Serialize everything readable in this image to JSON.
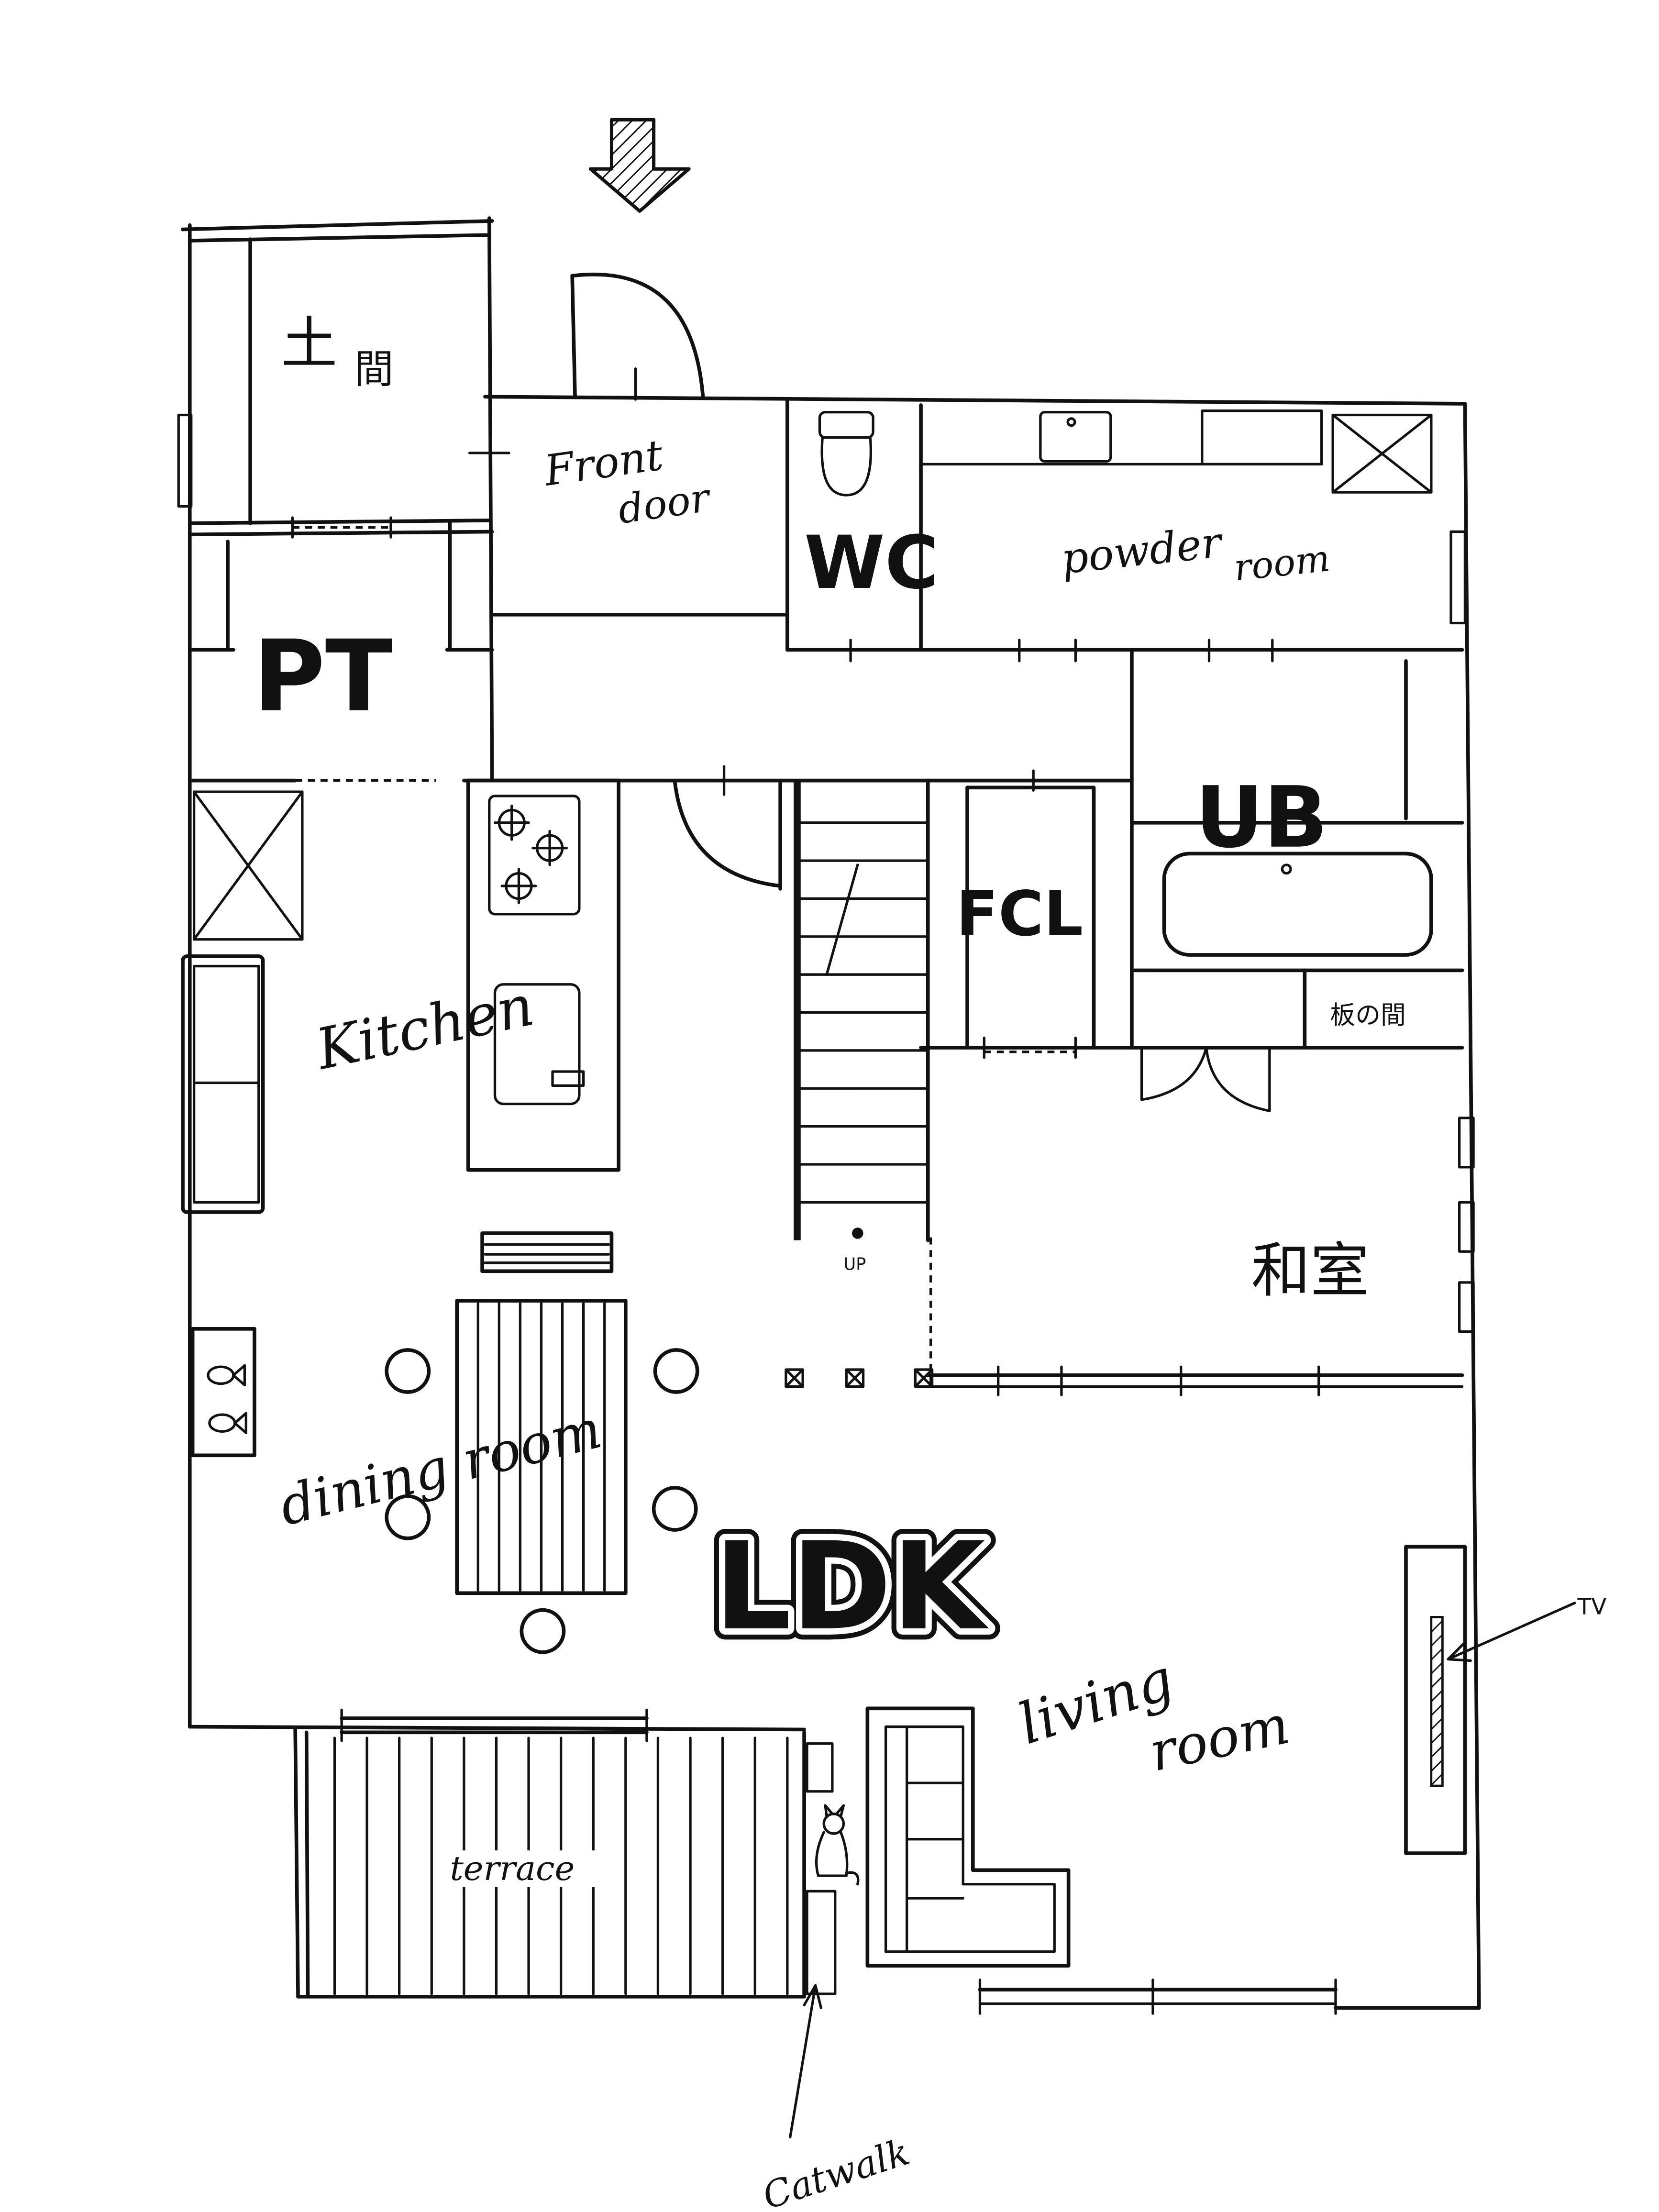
{
  "labels": {
    "doma": [
      "土",
      "間"
    ],
    "front_door": [
      "Front",
      "door"
    ],
    "wc": "WC",
    "powder_room": [
      "powder",
      "room"
    ],
    "pt": "PT",
    "ub": "UB",
    "fcl": "FCL",
    "itanoma": "板の間",
    "kitchen": "Kitchen",
    "stairs_up": "UP",
    "washitsu": "和室",
    "dining_room": "dining room",
    "ldk": "LDK",
    "living_room": [
      "living",
      "room"
    ],
    "tv": "TV",
    "terrace": "terrace",
    "catwalk": "Catwalk"
  },
  "icons": {
    "entrance": "down-arrow-icon",
    "toilet": "toilet-icon",
    "washbasin": "sink-icon",
    "washing_machine": "washing-machine-icon",
    "stove": "stove-icon",
    "kitchen_sink": "sink-icon",
    "bathtub": "bathtub-icon",
    "sofa": "sofa-icon",
    "tv": "tv-icon",
    "cat": "cat-icon",
    "fish": "fish-icon",
    "chair": "chair-icon",
    "table": "table-icon"
  },
  "colors": {
    "ink": "#111111",
    "paper": "#ffffff"
  }
}
